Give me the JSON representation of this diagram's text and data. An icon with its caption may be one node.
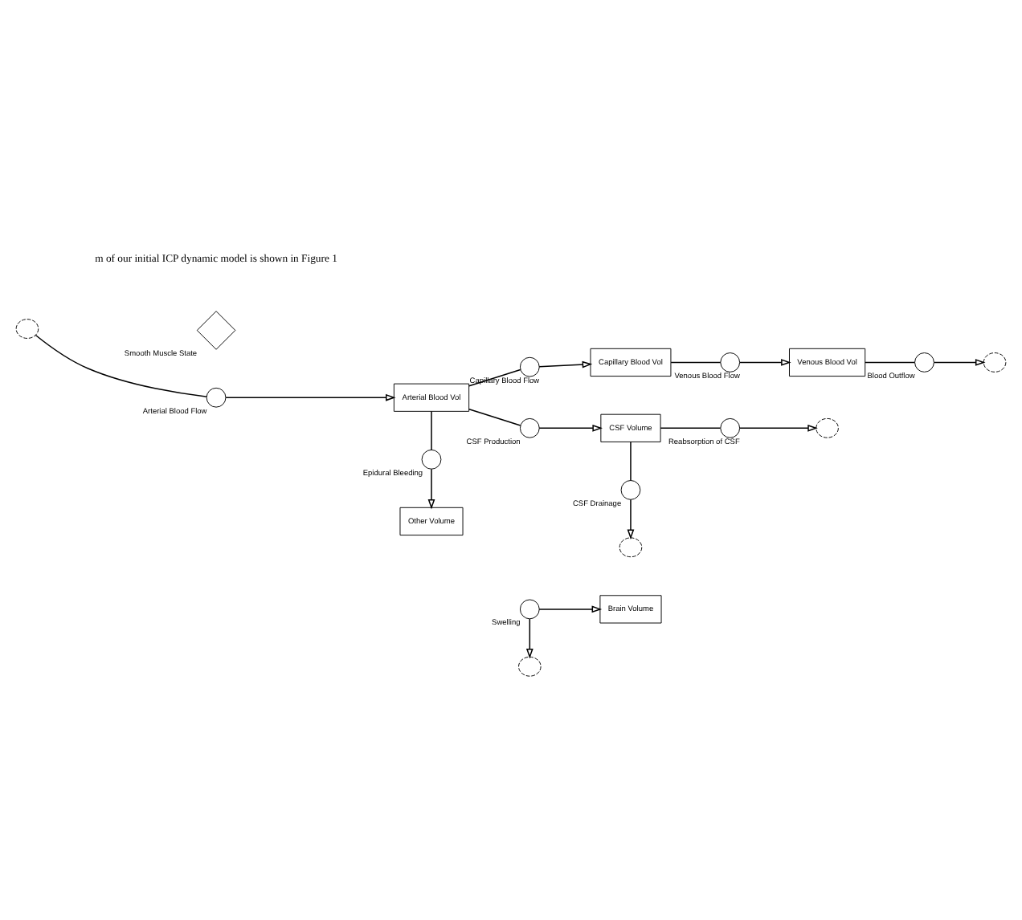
{
  "diagram": {
    "nodes": [
      {
        "text": [],
        "shape": "diamond",
        "beside": [
          "Smooth Muscle State"
        ]
      },
      {
        "text": [],
        "shape": "cloud"
      },
      {
        "text": [],
        "shape": "circle",
        "beside": [
          "Arterial Blood Flow"
        ]
      },
      {
        "text": [
          "Arterial Blood Vol"
        ]
      },
      {
        "text": [],
        "shape": "circle",
        "beside": [
          "Capillary Blood Flow"
        ]
      },
      {
        "text": [
          "Capillary Blood Vol"
        ]
      },
      {
        "text": [],
        "shape": "circle",
        "beside": [
          "Venous Blood Flow"
        ]
      },
      {
        "text": [
          "Venous Blood Vol"
        ]
      },
      {
        "text": [],
        "shape": "circle",
        "beside": [
          "Blood Outflow"
        ]
      },
      {
        "text": [],
        "shape": "cloud"
      },
      {
        "text": [],
        "shape": "circle",
        "beside": [
          "Epidural Bleeding"
        ]
      },
      {
        "text": [
          "Other Volume"
        ]
      },
      {
        "text": [],
        "shape": "circle",
        "beside": [
          "CSF Production"
        ]
      },
      {
        "text": [
          "CSF Volume"
        ]
      },
      {
        "text": [],
        "shape": "circle",
        "beside": [
          "Reabsorption of CSF"
        ]
      },
      {
        "text": [],
        "shape": "cloud"
      },
      {
        "text": [
          "Brain Volume"
        ]
      },
      {
        "text": [],
        "shape": "circle",
        "beside": [
          "Swelling"
        ]
      },
      {
        "text": [],
        "shape": "cloud"
      },
      {
        "text": [],
        "shape": "circle",
        "beside": [
          "CSF Drainage"
        ]
      },
      {
        "text": [],
        "shape": "cloud"
      }
    ],
    "edges": [
      {
        "from": 1,
        "to": 2,
        "arrow": "none"
      },
      {
        "from": 2,
        "to": 3,
        "arrow": "to"
      },
      {
        "from": 3,
        "to": 4,
        "arrow": "none"
      },
      {
        "from": 4,
        "to": 5,
        "arrow": "to"
      },
      {
        "from": 5,
        "to": 6,
        "arrow": "none"
      },
      {
        "from": 6,
        "to": 7,
        "arrow": "to"
      },
      {
        "from": 7,
        "to": 8,
        "arrow": "none"
      },
      {
        "from": 8,
        "to": 9,
        "arrow": "to"
      },
      {
        "from": 3,
        "to": 10,
        "arrow": "none"
      },
      {
        "from": 10,
        "to": 11,
        "arrow": "to"
      },
      {
        "from": 3,
        "to": 12,
        "arrow": "none"
      },
      {
        "from": 12,
        "to": 13,
        "arrow": "to"
      },
      {
        "from": 13,
        "to": 14,
        "arrow": "none"
      },
      {
        "from": 14,
        "to": 15,
        "arrow": "to"
      },
      {
        "from": 17,
        "to": 16,
        "arrow": "to"
      },
      {
        "from": 17,
        "to": 18,
        "arrow": "to"
      },
      {
        "from": 13,
        "to": 19,
        "arrow": "none"
      },
      {
        "from": 19,
        "to": 20,
        "arrow": "to"
      }
    ],
    "labels": [
      "m of our initial ICP dynamic model is shown in Figure 1"
    ]
  }
}
